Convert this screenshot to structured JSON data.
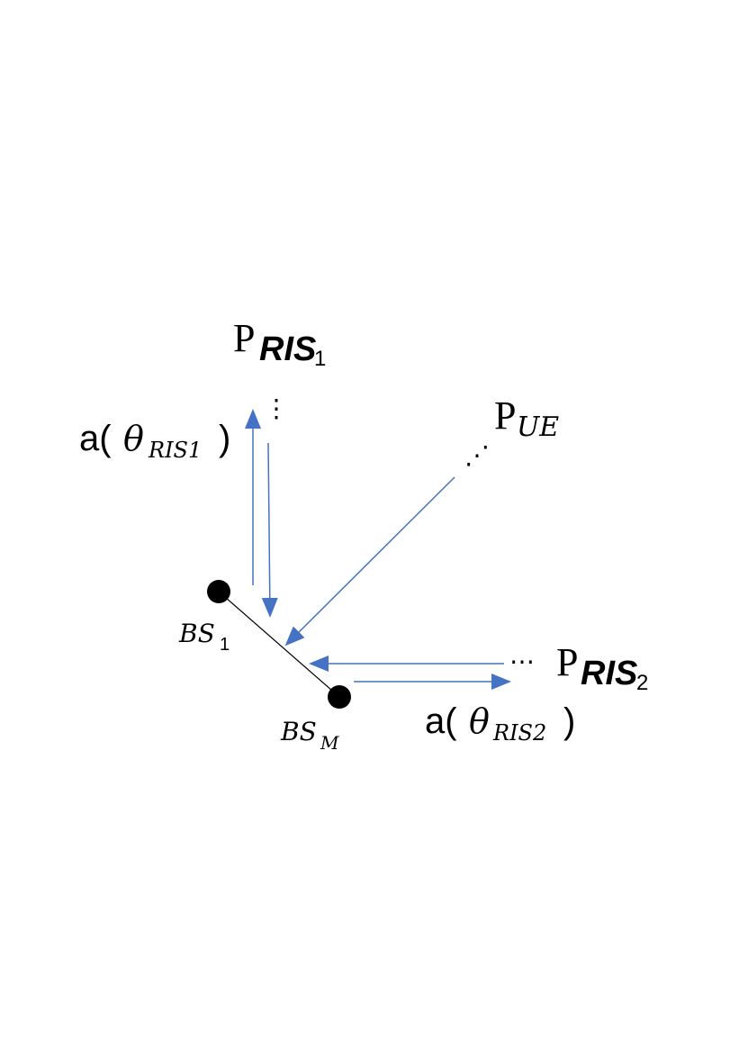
{
  "colors": {
    "arrow": "#4472C4",
    "node": "#000000",
    "link": "#000000",
    "background": "#ffffff"
  },
  "labels": {
    "p_ris1": {
      "main": "P",
      "sub": "RIS",
      "subsub": "1"
    },
    "p_ue": {
      "main": "P",
      "sub": "UE"
    },
    "p_ris2": {
      "main": "P",
      "sub": "RIS",
      "subsub": "2"
    },
    "a_ris1": {
      "prefix": "a(",
      "theta": "θ",
      "sub": "RIS1",
      "suffix": ")"
    },
    "a_ris2": {
      "prefix": "a(",
      "theta": "θ",
      "sub": "RIS2",
      "suffix": ")"
    },
    "bs1": {
      "main": "BS",
      "sub": "1"
    },
    "bsm": {
      "main": "BS",
      "sub": "M"
    },
    "ellipsis_ris1": "⋮",
    "ellipsis_ue": "⋰",
    "ellipsis_ris2": "⋯"
  }
}
